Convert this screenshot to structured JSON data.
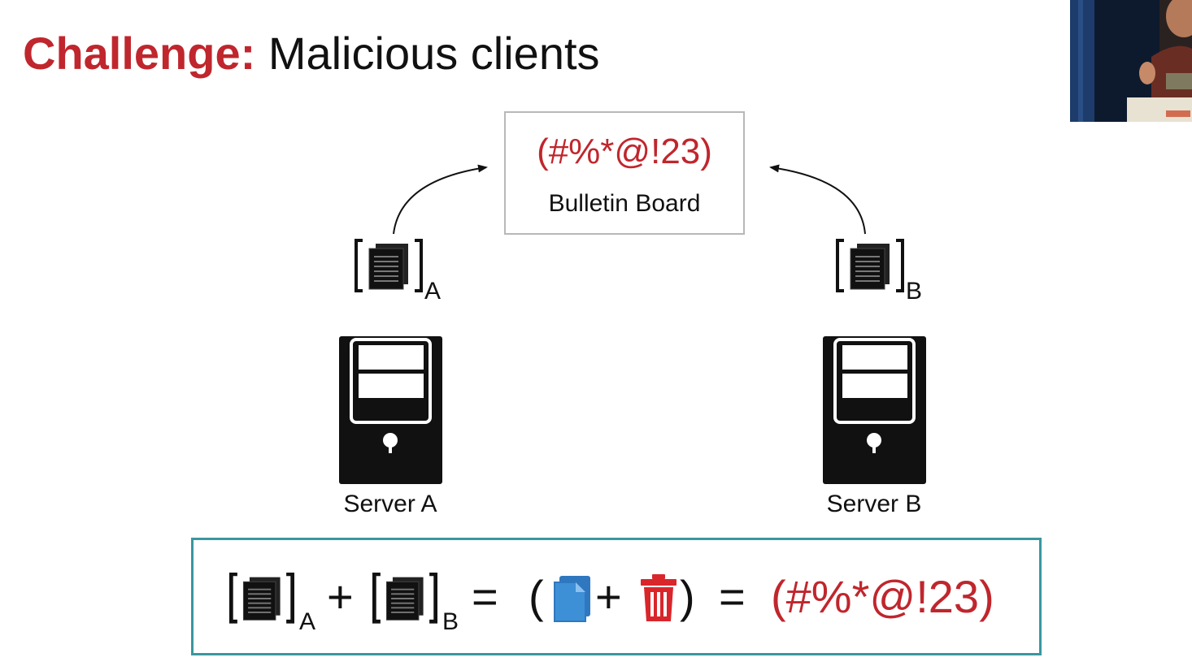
{
  "title": {
    "accent": "Challenge:",
    "rest": " Malicious clients"
  },
  "bulletin_board": {
    "code": "(#%*@!23)",
    "label": "Bulletin Board"
  },
  "shares": [
    {
      "subscript": "A"
    },
    {
      "subscript": "B"
    }
  ],
  "servers": [
    {
      "label": "Server A"
    },
    {
      "label": "Server B"
    }
  ],
  "equation": {
    "plus": "+",
    "equals": "=",
    "open_paren": "(",
    "close_paren": ")",
    "result": "(#%*@!23)",
    "sub_a": "A",
    "sub_b": "B"
  },
  "colors": {
    "accent_red": "#c0262d",
    "box_teal": "#3a979f",
    "doc_blue": "#3d8fd6",
    "trash_red": "#d9262b"
  },
  "icons": [
    "document-stack-icon",
    "server-tower-icon",
    "blue-document-icon",
    "trash-can-icon",
    "curved-arrow-icon"
  ]
}
